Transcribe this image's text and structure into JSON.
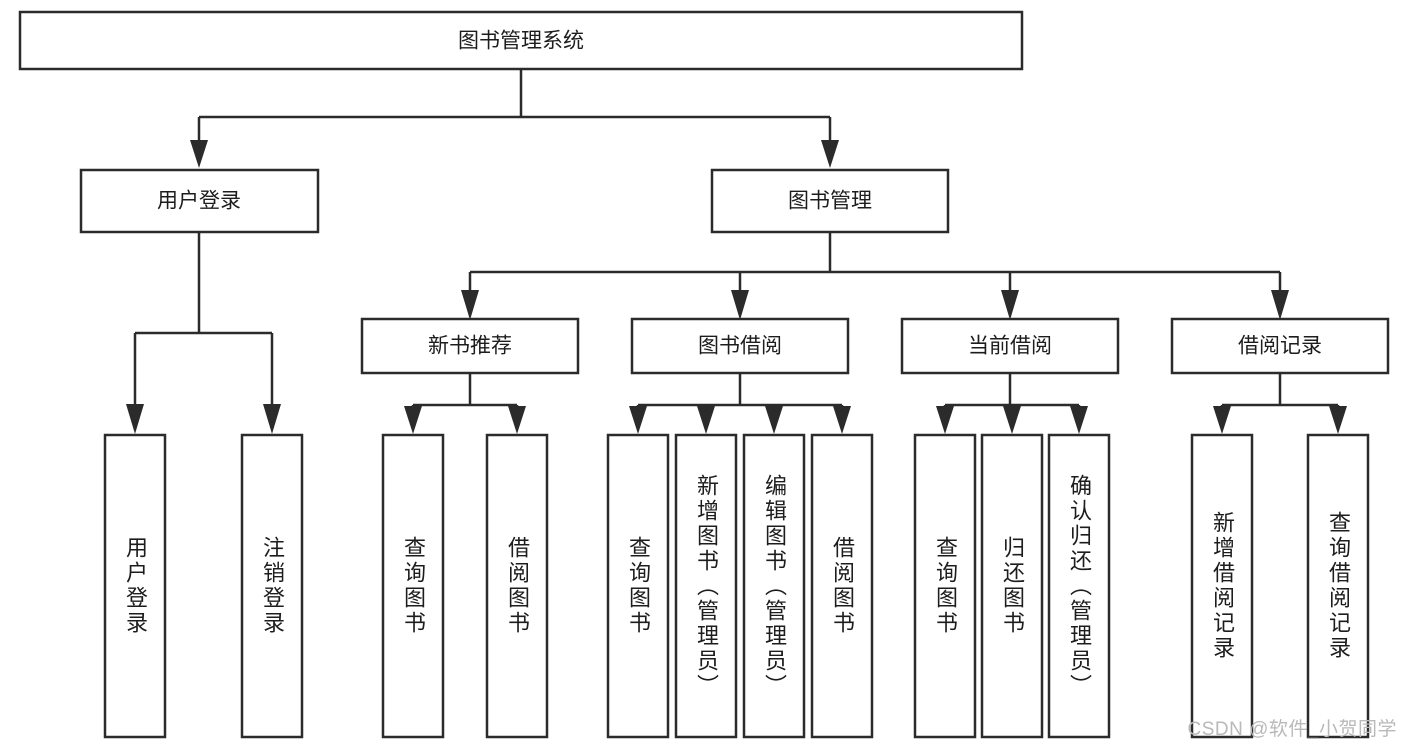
{
  "diagram": {
    "type": "tree",
    "title": "图书管理系统",
    "watermark": "CSDN @软件_小贺同学",
    "root": {
      "label": "图书管理系统"
    },
    "level1": [
      {
        "label": "用户登录"
      },
      {
        "label": "图书管理"
      }
    ],
    "level2": [
      {
        "label": "新书推荐"
      },
      {
        "label": "图书借阅"
      },
      {
        "label": "当前借阅"
      },
      {
        "label": "借阅记录"
      }
    ],
    "leaves": {
      "user_login": [
        {
          "label": "用户登录"
        },
        {
          "label": "注销登录"
        }
      ],
      "new_book_recommend": [
        {
          "label": "查询图书"
        },
        {
          "label": "借阅图书"
        }
      ],
      "book_borrow": [
        {
          "label": "查询图书"
        },
        {
          "label": "新增图书（管理员）"
        },
        {
          "label": "编辑图书（管理员）"
        },
        {
          "label": "借阅图书"
        }
      ],
      "current_borrow": [
        {
          "label": "查询图书"
        },
        {
          "label": "归还图书"
        },
        {
          "label": "确认归还（管理员）"
        }
      ],
      "borrow_record": [
        {
          "label": "新增借阅记录"
        },
        {
          "label": "查询借阅记录"
        }
      ]
    },
    "colors": {
      "stroke": "#2b2b2b",
      "fill": "#ffffff",
      "text": "#1d1d1d",
      "watermark": "#b9b9b9"
    }
  }
}
